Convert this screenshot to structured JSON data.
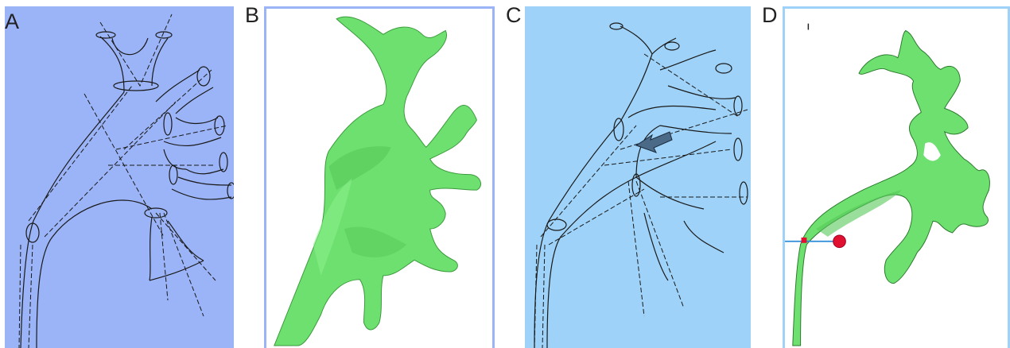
{
  "figure": {
    "panels": [
      {
        "label": "A",
        "bg": "#9bb4f8",
        "style": "line-sketch"
      },
      {
        "label": "B",
        "bg": "#ffffff",
        "border": "#9bb4f8",
        "style": "green-3d-model"
      },
      {
        "label": "C",
        "bg": "#9ed2f8",
        "style": "line-sketch-with-arrow"
      },
      {
        "label": "D",
        "bg": "#ffffff",
        "border": "#9ed2f8",
        "style": "green-3d-model-with-marker"
      }
    ],
    "colors": {
      "sketch_line": "#1a1a1a",
      "model_green": "#6ee070",
      "model_outline": "#3a9a3c",
      "marker_red": "#e01030",
      "marker_line": "#2a8ad8",
      "arrow_fill": "#4a6a88"
    }
  }
}
